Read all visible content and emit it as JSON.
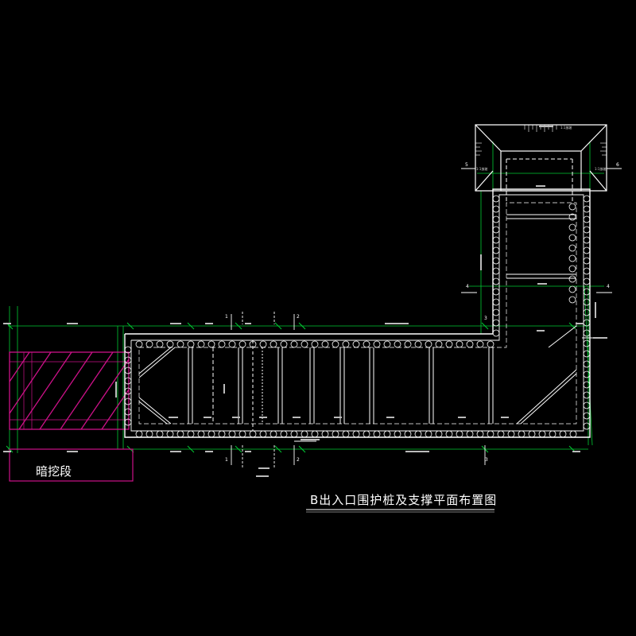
{
  "title": "B出入口围护桩及支撑平面布置图",
  "zone_label": "暗挖段",
  "axis_labels": {
    "axis1": "1",
    "axis2": "2",
    "axis3": "3",
    "axis4": "4",
    "axis5": "5",
    "axis6": "6"
  },
  "slope_label": "1:1放坡",
  "colors": {
    "background": "#000000",
    "outline": "#ffffff",
    "dimension": "#00cc33",
    "hatch": "#cc1188",
    "note": "#ffffff"
  }
}
